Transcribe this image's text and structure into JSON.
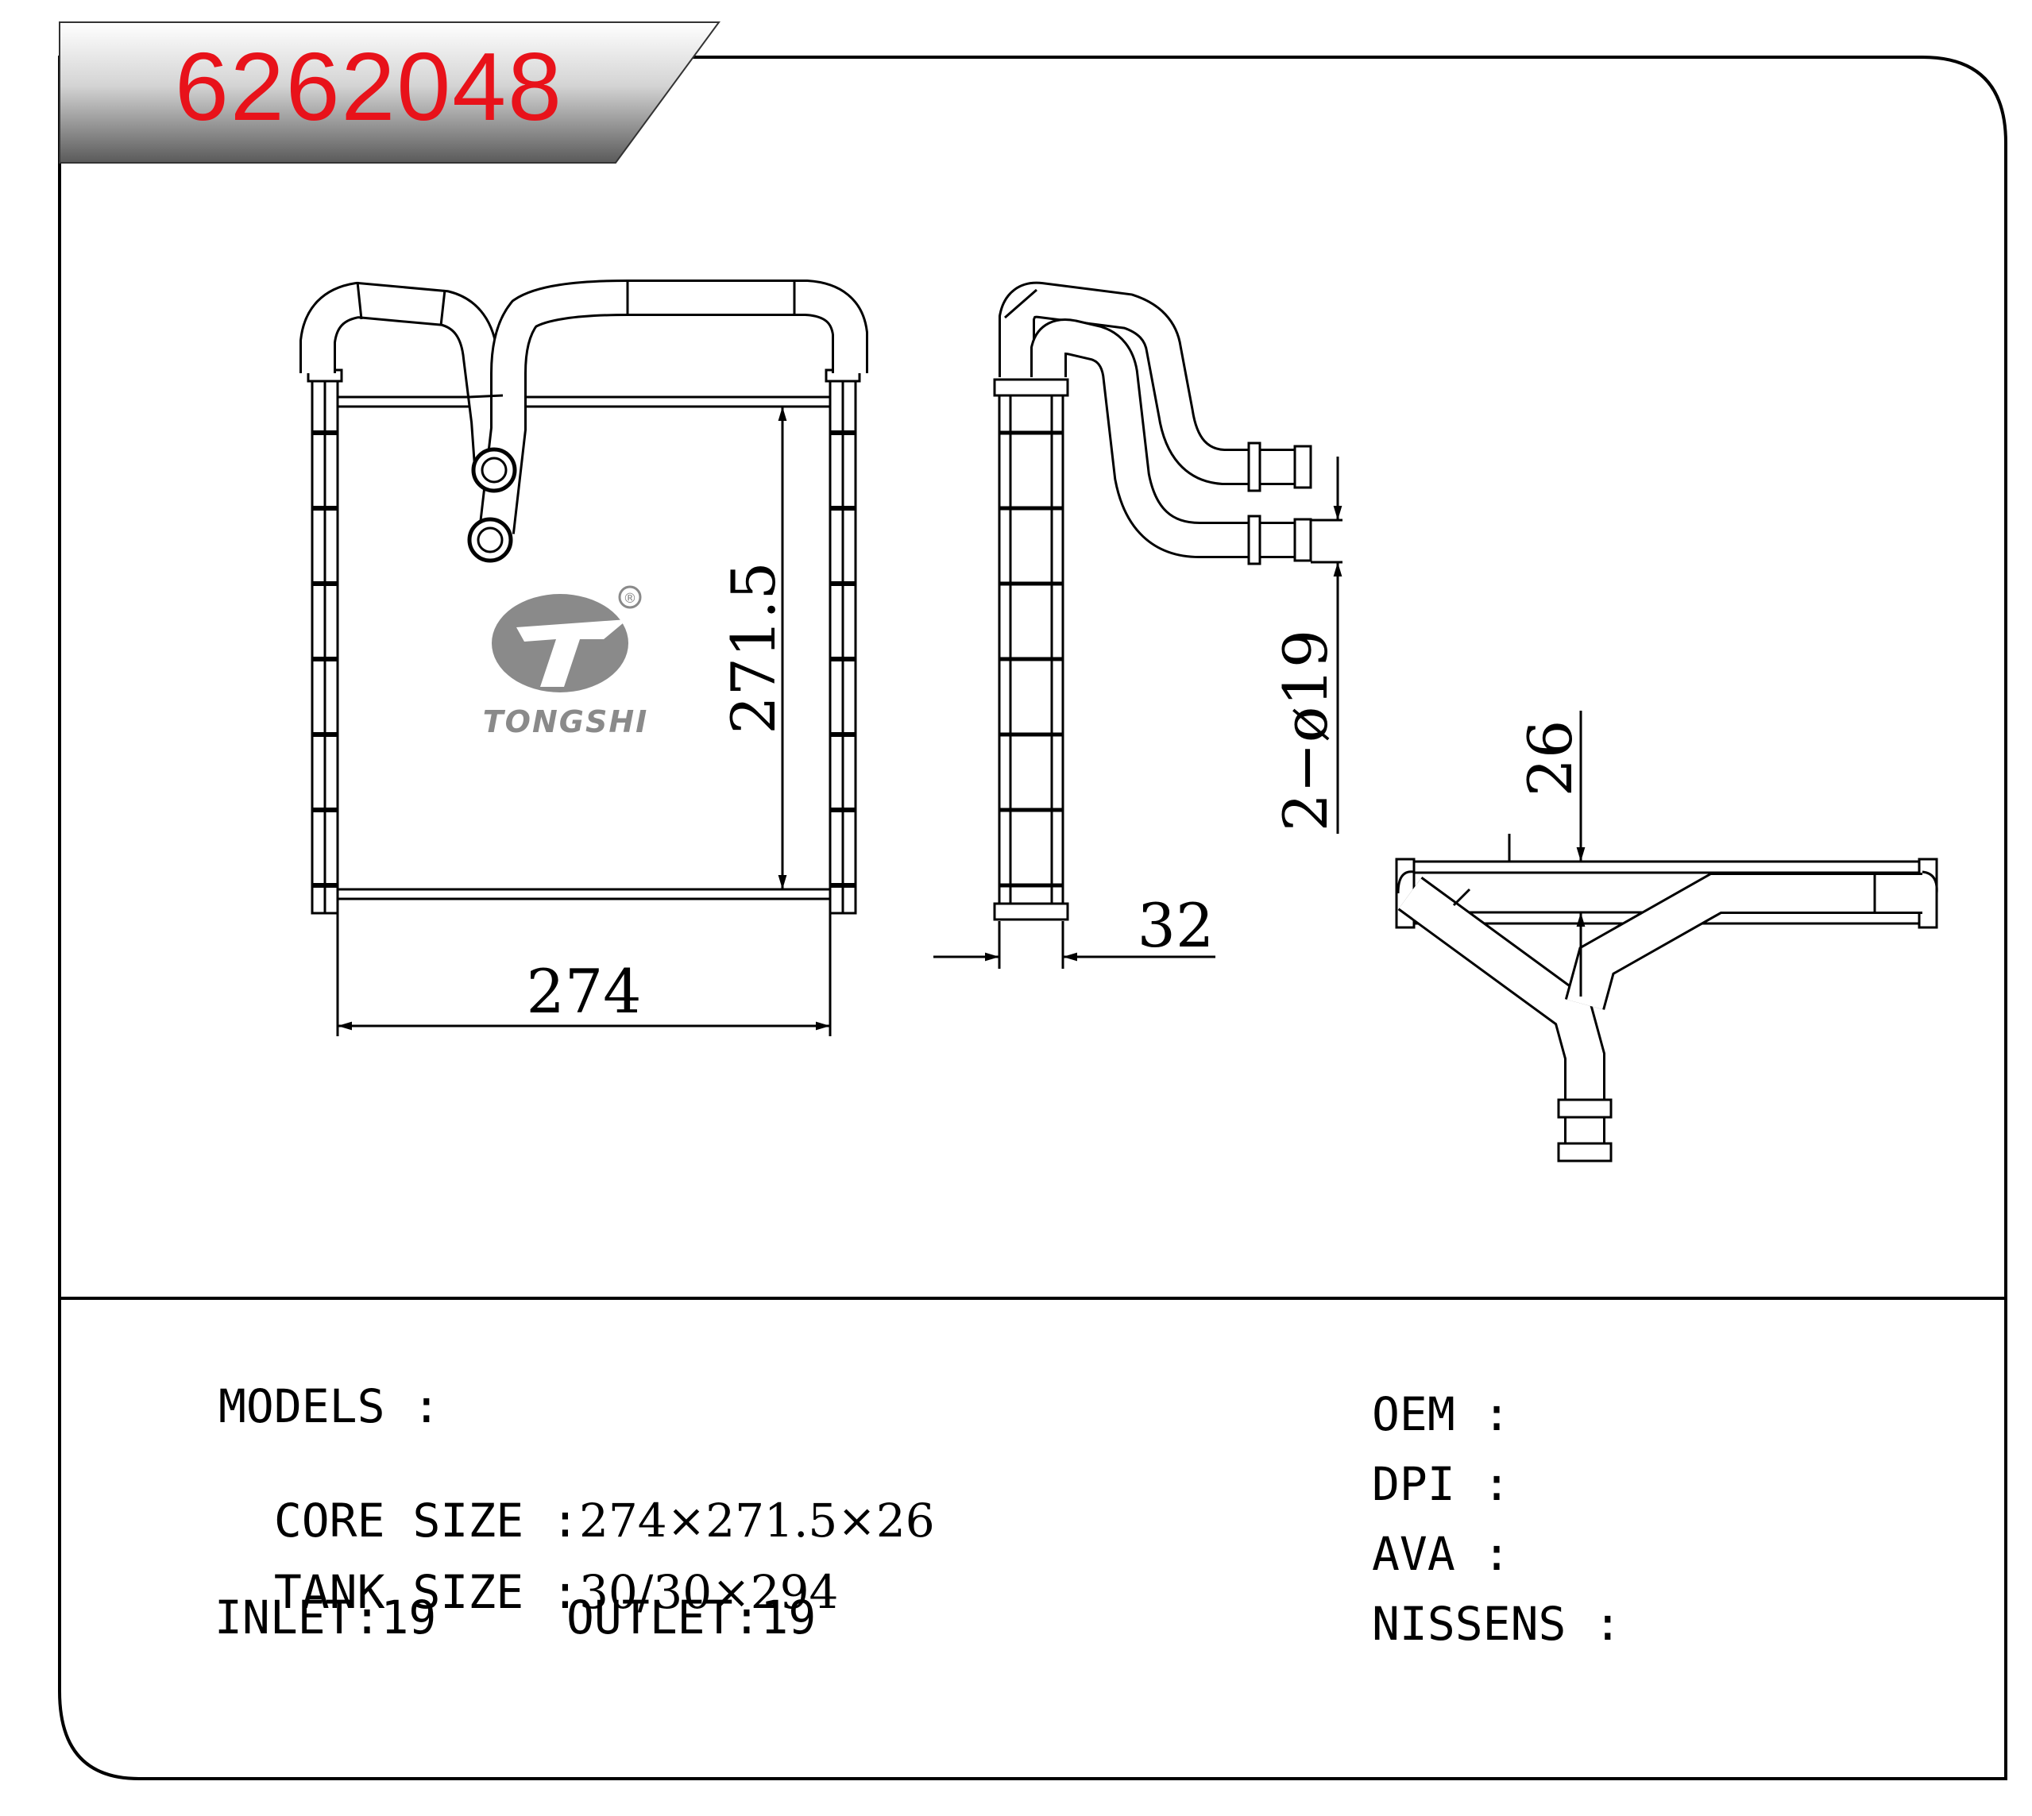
{
  "part_number": "6262048",
  "brand": {
    "name": "TONGSHI",
    "registered_mark": "®"
  },
  "dimensions": {
    "width": "274",
    "height": "271.5",
    "thickness": "32",
    "pipe_spacing": "26",
    "pipe_diameter": "2−ø19"
  },
  "specs": {
    "models_label": "MODELS :",
    "core_label": "CORE SIZE :",
    "core_value": "274×271.5×26",
    "tank_label": "TANK SIZE :",
    "tank_value": "30/30×294",
    "inlet": "INLET:19",
    "outlet": "OUTLET:19"
  },
  "references": {
    "oem": "OEM :",
    "dpi": "DPI :",
    "ava": "AVA :",
    "nissens": "NISSENS :"
  },
  "colors": {
    "part_number": "#e8121a",
    "logo": "#8a8a8a",
    "line": "#000000"
  }
}
